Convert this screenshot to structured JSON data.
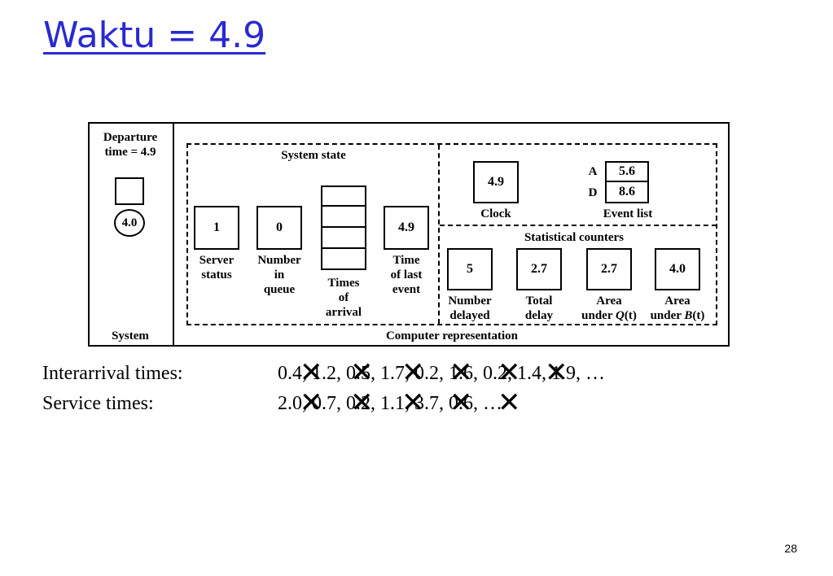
{
  "title": "Waktu = 4.9",
  "left_panel": {
    "departure_line1": "Departure",
    "departure_line2": "time = 4.9",
    "circle_value": "4.0",
    "system_label": "System"
  },
  "system_state": {
    "heading": "System state",
    "server_status_value": "1",
    "server_status_label_1": "Server",
    "server_status_label_2": "status",
    "queue_value": "0",
    "queue_label_1": "Number",
    "queue_label_2": "in",
    "queue_label_3": "queue",
    "arrival_label_1": "Times",
    "arrival_label_2": "of",
    "arrival_label_3": "arrival",
    "last_event_value": "4.9",
    "last_event_label_1": "Time",
    "last_event_label_2": "of last",
    "last_event_label_3": "event"
  },
  "clock": {
    "value": "4.9",
    "label": "Clock"
  },
  "event_list": {
    "label": "Event list",
    "rows": [
      {
        "key": "A",
        "value": "5.6"
      },
      {
        "key": "D",
        "value": "8.6"
      }
    ]
  },
  "statistical_counters": {
    "heading": "Statistical counters",
    "number_delayed": {
      "value": "5",
      "label_1": "Number",
      "label_2": "delayed"
    },
    "total_delay": {
      "value": "2.7",
      "label_1": "Total",
      "label_2": "delay"
    },
    "area_q": {
      "value": "2.7",
      "label_1": "Area",
      "label_2_pre": "under ",
      "label_2_sym": "Q",
      "label_2_post": "(t)"
    },
    "area_b": {
      "value": "4.0",
      "label_1": "Area",
      "label_2_pre": "under ",
      "label_2_sym": "B",
      "label_2_post": "(t)"
    }
  },
  "computer_representation": "Computer representation",
  "interarrival": {
    "label": "Interarrival times:",
    "values": "0.4, 1.2, 0.5, 1.7, 0.2, 1.6, 0.2, 1.4, 1.9, …"
  },
  "service": {
    "label": "Service times:",
    "values": "2.0, 0.7, 0.2, 1.1, 3.7, 0.6, …"
  },
  "cross_mark": "✕",
  "page_number": "28",
  "colors": {
    "title": "#2a2ad0",
    "ink": "#000000",
    "background": "#ffffff"
  }
}
